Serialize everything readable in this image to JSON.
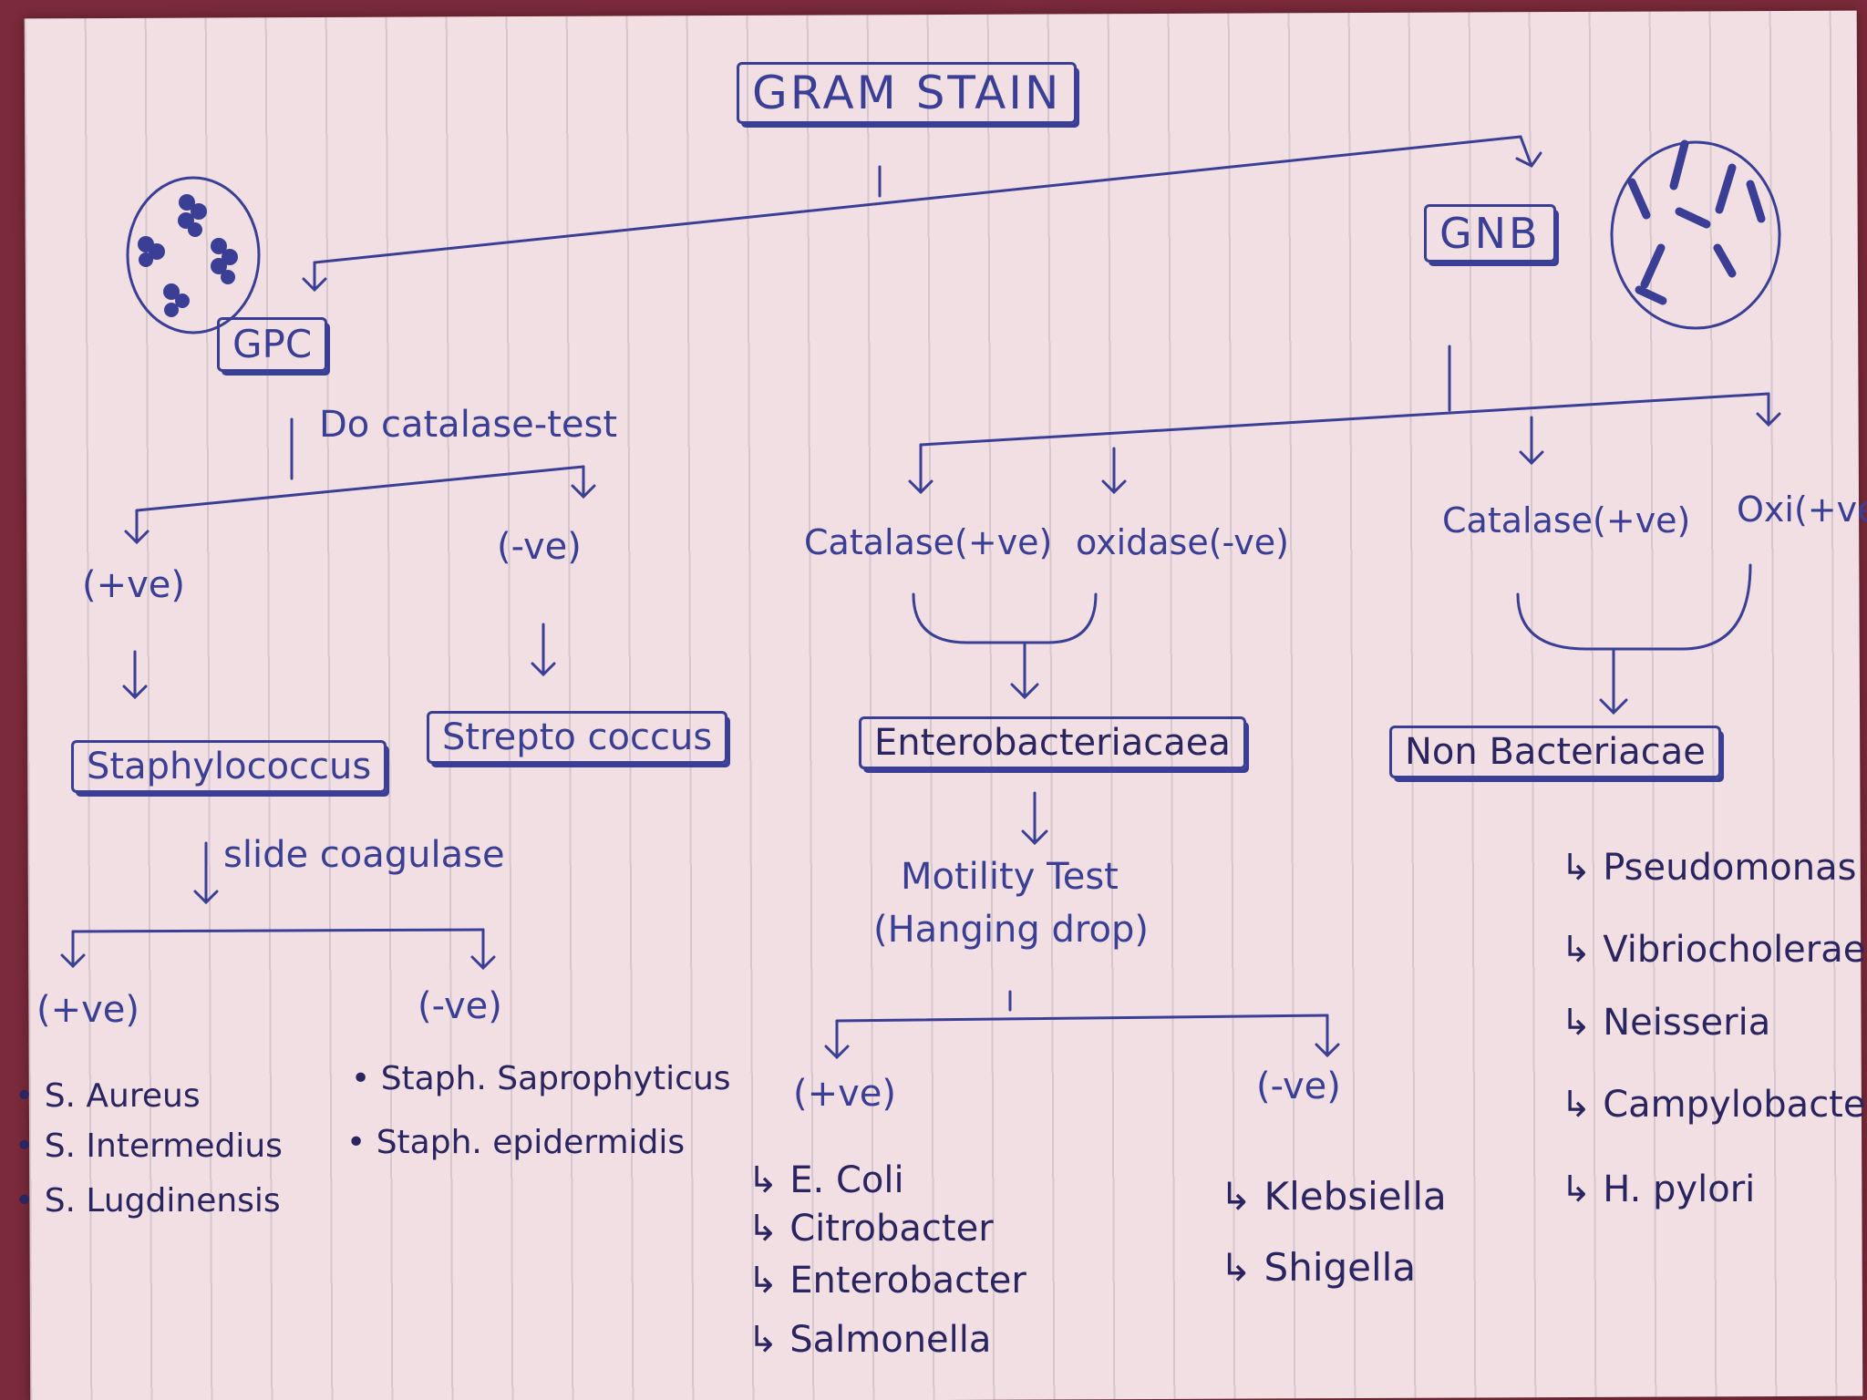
{
  "title": "GRAM STAIN",
  "gpc": {
    "label": "GPC",
    "catalase_note": "Do catalase-test",
    "pos": "(+ve)",
    "neg": "(-ve)",
    "staph": "Staphylococcus",
    "strep": "Strepto coccus",
    "coag_note": "slide coagulase",
    "coag_pos": "(+ve)",
    "coag_neg": "(-ve)",
    "pos_species": [
      "S. Aureus",
      "S. Intermedius",
      "S. Lugdinensis"
    ],
    "neg_species": [
      "Staph. Saprophyticus",
      "Staph. epidermidis"
    ]
  },
  "gnb": {
    "label": "GNB",
    "cat_pos_1": "Catalase(+ve)",
    "ox_neg": "oxidase(-ve)",
    "cat_pos_2": "Catalase(+ve)",
    "ox_pos": "Oxi(+ve)",
    "entero": "Enterobacteriacaea",
    "nonbact": "Non Bacteriacae",
    "motility_1": "Motility Test",
    "motility_2": "(Hanging drop)",
    "mot_pos": "(+ve)",
    "mot_neg": "(-ve)",
    "mot_pos_list": [
      "E. Coli",
      "Citrobacter",
      "Enterobacter",
      "Salmonella"
    ],
    "mot_neg_list": [
      "Klebsiella",
      "Shigella"
    ],
    "nonbact_list": [
      "Pseudomonas",
      "Vibriocholerae",
      "Neisseria",
      "Campylobacter",
      "H. pylori"
    ]
  },
  "colors": {
    "ink": "#3a3f95",
    "paper": "#f1dfe4",
    "background": "#7a2a3a"
  }
}
